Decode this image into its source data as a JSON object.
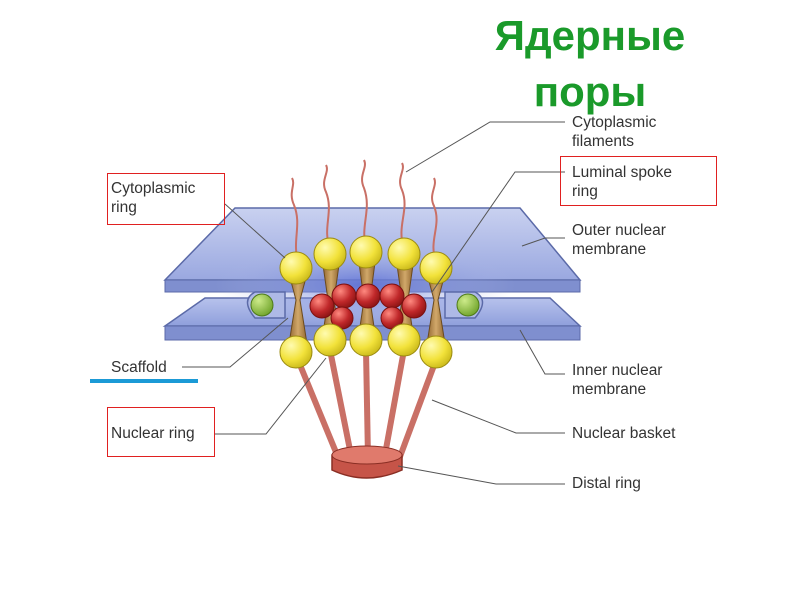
{
  "title": {
    "line1": "Ядерные",
    "line2": "поры"
  },
  "labels": {
    "cytoplasmic_filaments": "Cytoplasmic\nfilaments",
    "luminal_spoke_ring": "Luminal spoke\nring",
    "outer_nuclear_membrane": "Outer nuclear\nmembrane",
    "cytoplasmic_ring": "Cytoplasmic\nring",
    "scaffold": "Scaffold",
    "inner_nuclear_membrane": "Inner nuclear\nmembrane",
    "nuclear_ring": "Nuclear ring",
    "nuclear_basket": "Nuclear basket",
    "distal_ring": "Distal ring"
  },
  "colors": {
    "title": "#1a9a2a",
    "highlight_box": "#e02020",
    "underline": "#1b9ad6",
    "membrane": "#aeb9e6",
    "ring_bead": "#f2e23a",
    "spoke_bead": "#c0282a",
    "scaffold": "#a87a3a",
    "basket": "#c97066"
  }
}
